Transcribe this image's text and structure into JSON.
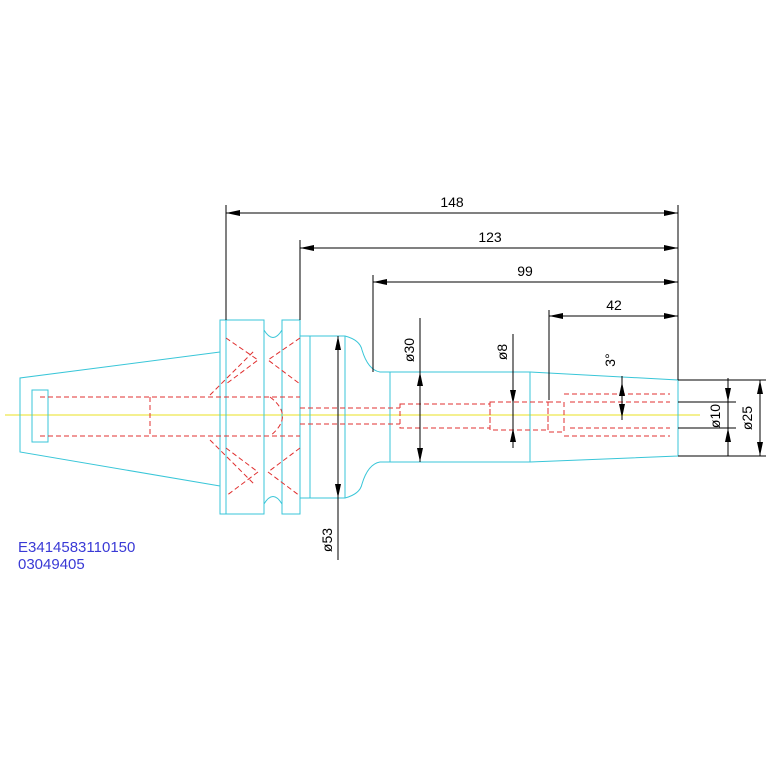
{
  "dimensions": {
    "overall_length": "148",
    "flange_to_tip": "123",
    "body_length": "99",
    "tip_length": "42",
    "body_diameter": "ø30",
    "bore_diameter": "ø8",
    "taper_angle": "3°",
    "tip_bore_diameter": "ø10",
    "tip_diameter": "ø25",
    "flange_diameter": "ø53"
  },
  "part_codes": {
    "line1": "E3414583110150",
    "line2": "03049405"
  },
  "colors": {
    "outline": "#39c6d8",
    "hidden": "#e03030",
    "centerline": "#e8e020",
    "dimension": "#000000",
    "code_text": "#3a3ad6"
  }
}
